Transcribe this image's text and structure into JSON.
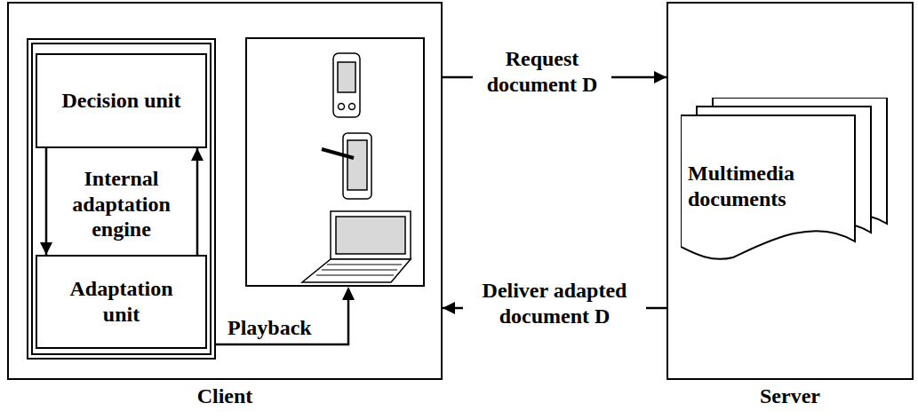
{
  "diagram": {
    "nodes": [
      {
        "text": [
          "Client"
        ]
      },
      {
        "text": [
          "Internal adaptation engine"
        ],
        "in": 0
      },
      {
        "text": [
          "Decision unit"
        ],
        "in": 1
      },
      {
        "text": [
          "Adaptation unit"
        ],
        "in": 1
      },
      {
        "text": [
          "Server"
        ]
      },
      {
        "text": [
          "Multimedia documents"
        ],
        "in": 4
      }
    ],
    "edges": [
      {
        "from": 2,
        "to": 3,
        "arrow": "to"
      },
      {
        "from": 3,
        "to": 2,
        "arrow": "to"
      },
      {
        "from": 0,
        "to": 4,
        "label": "Request document D",
        "arrow": "to"
      },
      {
        "from": 4,
        "to": 0,
        "label": "Deliver adapted document D",
        "arrow": "to"
      }
    ],
    "labels": [
      "Playback"
    ]
  }
}
